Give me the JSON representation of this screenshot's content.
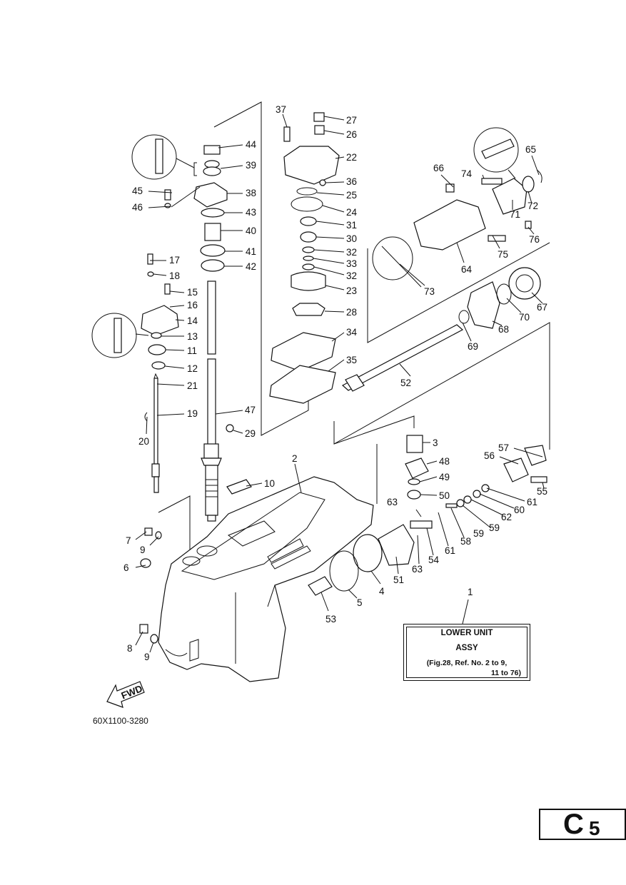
{
  "diagram": {
    "code": "60X1100-3280",
    "page": {
      "letter": "C",
      "number": "5"
    },
    "assy_box": {
      "ref_number": "1",
      "line1": "LOWER UNIT",
      "line2": "ASSY",
      "line3": "(Fig.28, Ref. No. 2 to 9,",
      "line4": "11 to 76)"
    },
    "fwd_label": "FWD",
    "part_numbers": {
      "p2": "2",
      "p3": "3",
      "p4": "4",
      "p5": "5",
      "p6": "6",
      "p7": "7",
      "p8": "8",
      "p9a": "9",
      "p9b": "9",
      "p10": "10",
      "p11": "11",
      "p12": "12",
      "p13": "13",
      "p14": "14",
      "p15": "15",
      "p16": "16",
      "p17": "17",
      "p18": "18",
      "p19": "19",
      "p20": "20",
      "p21": "21",
      "p22": "22",
      "p23": "23",
      "p24": "24",
      "p25": "25",
      "p26": "26",
      "p27": "27",
      "p28": "28",
      "p29": "29",
      "p30": "30",
      "p31": "31",
      "p32a": "32",
      "p32b": "32",
      "p33": "33",
      "p34": "34",
      "p35": "35",
      "p36": "36",
      "p37": "37",
      "p38": "38",
      "p39": "39",
      "p40": "40",
      "p41": "41",
      "p42": "42",
      "p43": "43",
      "p44": "44",
      "p45": "45",
      "p46": "46",
      "p47": "47",
      "p48": "48",
      "p49": "49",
      "p50": "50",
      "p51": "51",
      "p52": "52",
      "p53": "53",
      "p54": "54",
      "p55": "55",
      "p56": "56",
      "p57": "57",
      "p58": "58",
      "p59a": "59",
      "p59b": "59",
      "p60": "60",
      "p61a": "61",
      "p61b": "61",
      "p62": "62",
      "p63a": "63",
      "p63b": "63",
      "p64": "64",
      "p65": "65",
      "p66": "66",
      "p67": "67",
      "p68": "68",
      "p69": "69",
      "p70": "70",
      "p71": "71",
      "p72": "72",
      "p73": "73",
      "p74": "74",
      "p75": "75",
      "p76": "76"
    }
  }
}
